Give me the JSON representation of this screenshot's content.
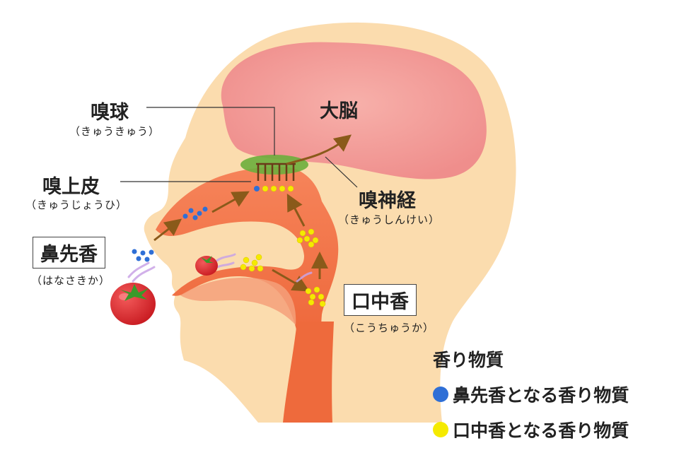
{
  "labels": {
    "cerebrum": "大脳",
    "olfactory_bulb": "嗅球",
    "olfactory_bulb_reading": "（きゅうきゅう）",
    "olfactory_epithelium": "嗅上皮",
    "olfactory_epithelium_reading": "（きゅうじょうひ）",
    "olfactory_nerve": "嗅神経",
    "olfactory_nerve_reading": "（きゅうしんけい）",
    "orthonasal": "鼻先香",
    "orthonasal_reading": "（はなさきか）",
    "retronasal": "口中香",
    "retronasal_reading": "（こうちゅうか）"
  },
  "legend": {
    "title": "香り物質",
    "items": [
      {
        "label": "鼻先香となる香り物質",
        "color": "#2f6fd6"
      },
      {
        "label": "口中香となる香り物質",
        "color": "#f5ea00"
      }
    ]
  },
  "colors": {
    "skin": "#fbdcae",
    "brain": "#f49a98",
    "airway": "#f06a38",
    "bulb": "#6cae3c",
    "arrow": "#8a5a1a",
    "tomato": "#e3262d"
  }
}
